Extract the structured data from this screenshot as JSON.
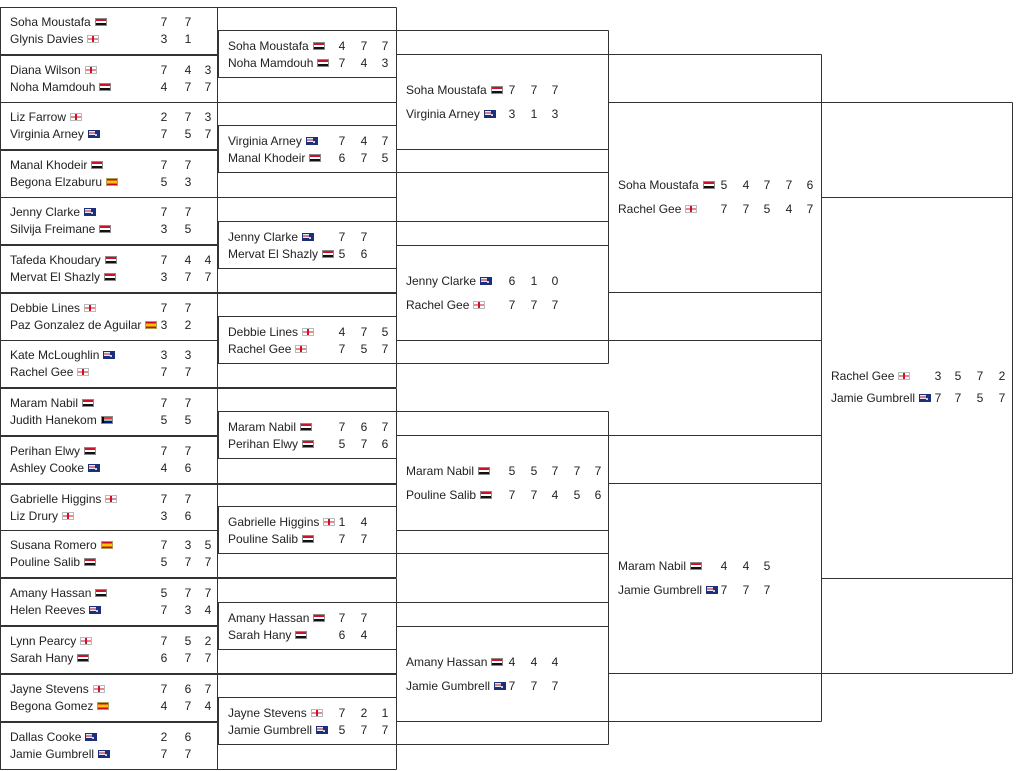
{
  "flags": {
    "egy": "Egypt",
    "eng": "England",
    "aus": "Australia",
    "esp": "Spain",
    "rsa": "South Africa"
  },
  "rounds": [
    {
      "matches": [
        {
          "players": [
            {
              "name": "Soha Moustafa",
              "flag": "egy",
              "scores": [
                "7",
                "7"
              ]
            },
            {
              "name": "Glynis Davies",
              "flag": "eng",
              "scores": [
                "3",
                "1"
              ]
            }
          ]
        },
        {
          "players": [
            {
              "name": "Diana Wilson",
              "flag": "eng",
              "scores": [
                "7",
                "4",
                "3"
              ]
            },
            {
              "name": "Noha Mamdouh",
              "flag": "egy",
              "scores": [
                "4",
                "7",
                "7"
              ]
            }
          ]
        },
        {
          "players": [
            {
              "name": "Liz Farrow",
              "flag": "eng",
              "scores": [
                "2",
                "7",
                "3"
              ]
            },
            {
              "name": "Virginia Arney",
              "flag": "aus",
              "scores": [
                "7",
                "5",
                "7"
              ]
            }
          ]
        },
        {
          "players": [
            {
              "name": "Manal Khodeir",
              "flag": "egy",
              "scores": [
                "7",
                "7"
              ]
            },
            {
              "name": "Begona Elzaburu",
              "flag": "esp",
              "scores": [
                "5",
                "3"
              ]
            }
          ]
        },
        {
          "players": [
            {
              "name": "Jenny Clarke",
              "flag": "aus",
              "scores": [
                "7",
                "7"
              ]
            },
            {
              "name": "Silvija Freimane",
              "flag": "egy",
              "scores": [
                "3",
                "5"
              ]
            }
          ]
        },
        {
          "players": [
            {
              "name": "Tafeda Khoudary",
              "flag": "egy",
              "scores": [
                "7",
                "4",
                "4"
              ]
            },
            {
              "name": "Mervat El Shazly",
              "flag": "egy",
              "scores": [
                "3",
                "7",
                "7"
              ]
            }
          ]
        },
        {
          "players": [
            {
              "name": "Debbie Lines",
              "flag": "eng",
              "scores": [
                "7",
                "7"
              ]
            },
            {
              "name": "Paz Gonzalez de Aguilar",
              "flag": "esp",
              "scores": [
                "3",
                "2"
              ]
            }
          ]
        },
        {
          "players": [
            {
              "name": "Kate McLoughlin",
              "flag": "aus",
              "scores": [
                "3",
                "3"
              ]
            },
            {
              "name": "Rachel Gee",
              "flag": "eng",
              "scores": [
                "7",
                "7"
              ]
            }
          ]
        },
        {
          "players": [
            {
              "name": "Maram Nabil",
              "flag": "egy",
              "scores": [
                "7",
                "7"
              ]
            },
            {
              "name": "Judith Hanekom",
              "flag": "rsa",
              "scores": [
                "5",
                "5"
              ]
            }
          ]
        },
        {
          "players": [
            {
              "name": "Perihan Elwy",
              "flag": "egy",
              "scores": [
                "7",
                "7"
              ]
            },
            {
              "name": "Ashley Cooke",
              "flag": "aus",
              "scores": [
                "4",
                "6"
              ]
            }
          ]
        },
        {
          "players": [
            {
              "name": "Gabrielle Higgins",
              "flag": "eng",
              "scores": [
                "7",
                "7"
              ]
            },
            {
              "name": "Liz Drury",
              "flag": "eng",
              "scores": [
                "3",
                "6"
              ]
            }
          ]
        },
        {
          "players": [
            {
              "name": "Susana Romero",
              "flag": "esp",
              "scores": [
                "7",
                "3",
                "5"
              ]
            },
            {
              "name": "Pouline Salib",
              "flag": "egy",
              "scores": [
                "5",
                "7",
                "7"
              ]
            }
          ]
        },
        {
          "players": [
            {
              "name": "Amany Hassan",
              "flag": "egy",
              "scores": [
                "5",
                "7",
                "7"
              ]
            },
            {
              "name": "Helen Reeves",
              "flag": "aus",
              "scores": [
                "7",
                "3",
                "4"
              ]
            }
          ]
        },
        {
          "players": [
            {
              "name": "Lynn Pearcy",
              "flag": "eng",
              "scores": [
                "7",
                "5",
                "2"
              ]
            },
            {
              "name": "Sarah Hany",
              "flag": "egy",
              "scores": [
                "6",
                "7",
                "7"
              ]
            }
          ]
        },
        {
          "players": [
            {
              "name": "Jayne Stevens",
              "flag": "eng",
              "scores": [
                "7",
                "6",
                "7"
              ]
            },
            {
              "name": "Begona Gomez",
              "flag": "esp",
              "scores": [
                "4",
                "7",
                "4"
              ]
            }
          ]
        },
        {
          "players": [
            {
              "name": "Dallas Cooke",
              "flag": "aus",
              "scores": [
                "2",
                "6"
              ]
            },
            {
              "name": "Jamie Gumbrell",
              "flag": "aus",
              "scores": [
                "7",
                "7"
              ]
            }
          ]
        }
      ]
    },
    {
      "matches": [
        {
          "players": [
            {
              "name": "Soha Moustafa",
              "flag": "egy",
              "scores": [
                "4",
                "7",
                "7"
              ]
            },
            {
              "name": "Noha Mamdouh",
              "flag": "egy",
              "scores": [
                "7",
                "4",
                "3"
              ]
            }
          ]
        },
        {
          "players": [
            {
              "name": "Virginia Arney",
              "flag": "aus",
              "scores": [
                "7",
                "4",
                "7"
              ]
            },
            {
              "name": "Manal Khodeir",
              "flag": "egy",
              "scores": [
                "6",
                "7",
                "5"
              ]
            }
          ]
        },
        {
          "players": [
            {
              "name": "Jenny Clarke",
              "flag": "aus",
              "scores": [
                "7",
                "7"
              ]
            },
            {
              "name": "Mervat El Shazly",
              "flag": "egy",
              "scores": [
                "5",
                "6"
              ]
            }
          ]
        },
        {
          "players": [
            {
              "name": "Debbie Lines",
              "flag": "eng",
              "scores": [
                "4",
                "7",
                "5"
              ]
            },
            {
              "name": "Rachel Gee",
              "flag": "eng",
              "scores": [
                "7",
                "5",
                "7"
              ]
            }
          ]
        },
        {
          "players": [
            {
              "name": "Maram Nabil",
              "flag": "egy",
              "scores": [
                "7",
                "6",
                "7"
              ]
            },
            {
              "name": "Perihan Elwy",
              "flag": "egy",
              "scores": [
                "5",
                "7",
                "6"
              ]
            }
          ]
        },
        {
          "players": [
            {
              "name": "Gabrielle Higgins",
              "flag": "eng",
              "scores": [
                "1",
                "4"
              ]
            },
            {
              "name": "Pouline Salib",
              "flag": "egy",
              "scores": [
                "7",
                "7"
              ]
            }
          ]
        },
        {
          "players": [
            {
              "name": "Amany Hassan",
              "flag": "egy",
              "scores": [
                "7",
                "7"
              ]
            },
            {
              "name": "Sarah Hany",
              "flag": "egy",
              "scores": [
                "6",
                "4"
              ]
            }
          ]
        },
        {
          "players": [
            {
              "name": "Jayne Stevens",
              "flag": "eng",
              "scores": [
                "7",
                "2",
                "1"
              ]
            },
            {
              "name": "Jamie Gumbrell",
              "flag": "aus",
              "scores": [
                "5",
                "7",
                "7"
              ]
            }
          ]
        }
      ]
    },
    {
      "matches": [
        {
          "players": [
            {
              "name": "Soha Moustafa",
              "flag": "egy",
              "scores": [
                "7",
                "7",
                "7"
              ]
            },
            {
              "name": "Virginia Arney",
              "flag": "aus",
              "scores": [
                "3",
                "1",
                "3"
              ]
            }
          ]
        },
        {
          "players": [
            {
              "name": "Jenny Clarke",
              "flag": "aus",
              "scores": [
                "6",
                "1",
                "0"
              ]
            },
            {
              "name": "Rachel Gee",
              "flag": "eng",
              "scores": [
                "7",
                "7",
                "7"
              ]
            }
          ]
        },
        {
          "players": [
            {
              "name": "Maram Nabil",
              "flag": "egy",
              "scores": [
                "5",
                "5",
                "7",
                "7",
                "7"
              ]
            },
            {
              "name": "Pouline Salib",
              "flag": "egy",
              "scores": [
                "7",
                "7",
                "4",
                "5",
                "6"
              ]
            }
          ]
        },
        {
          "players": [
            {
              "name": "Amany Hassan",
              "flag": "egy",
              "scores": [
                "4",
                "4",
                "4"
              ]
            },
            {
              "name": "Jamie Gumbrell",
              "flag": "aus",
              "scores": [
                "7",
                "7",
                "7"
              ]
            }
          ]
        }
      ]
    },
    {
      "matches": [
        {
          "players": [
            {
              "name": "Soha Moustafa",
              "flag": "egy",
              "scores": [
                "5",
                "4",
                "7",
                "7",
                "6"
              ]
            },
            {
              "name": "Rachel Gee",
              "flag": "eng",
              "scores": [
                "7",
                "7",
                "5",
                "4",
                "7"
              ]
            }
          ]
        },
        {
          "players": [
            {
              "name": "Maram Nabil",
              "flag": "egy",
              "scores": [
                "4",
                "4",
                "5"
              ]
            },
            {
              "name": "Jamie Gumbrell",
              "flag": "aus",
              "scores": [
                "7",
                "7",
                "7"
              ]
            }
          ]
        }
      ]
    },
    {
      "matches": [
        {
          "players": [
            {
              "name": "Rachel Gee",
              "flag": "eng",
              "scores": [
                "3",
                "5",
                "7",
                "2"
              ]
            },
            {
              "name": "Jamie Gumbrell",
              "flag": "aus",
              "scores": [
                "7",
                "7",
                "5",
                "7"
              ]
            }
          ]
        }
      ]
    }
  ]
}
